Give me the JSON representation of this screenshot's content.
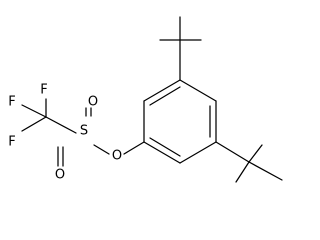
{
  "molecule": {
    "atoms": {
      "f1": "F",
      "f2": "F",
      "f3": "F",
      "s": "S",
      "o_top": "O",
      "o_bottom": "O",
      "o_link": "O"
    },
    "bond_color": "#000000",
    "background": "#ffffff"
  }
}
